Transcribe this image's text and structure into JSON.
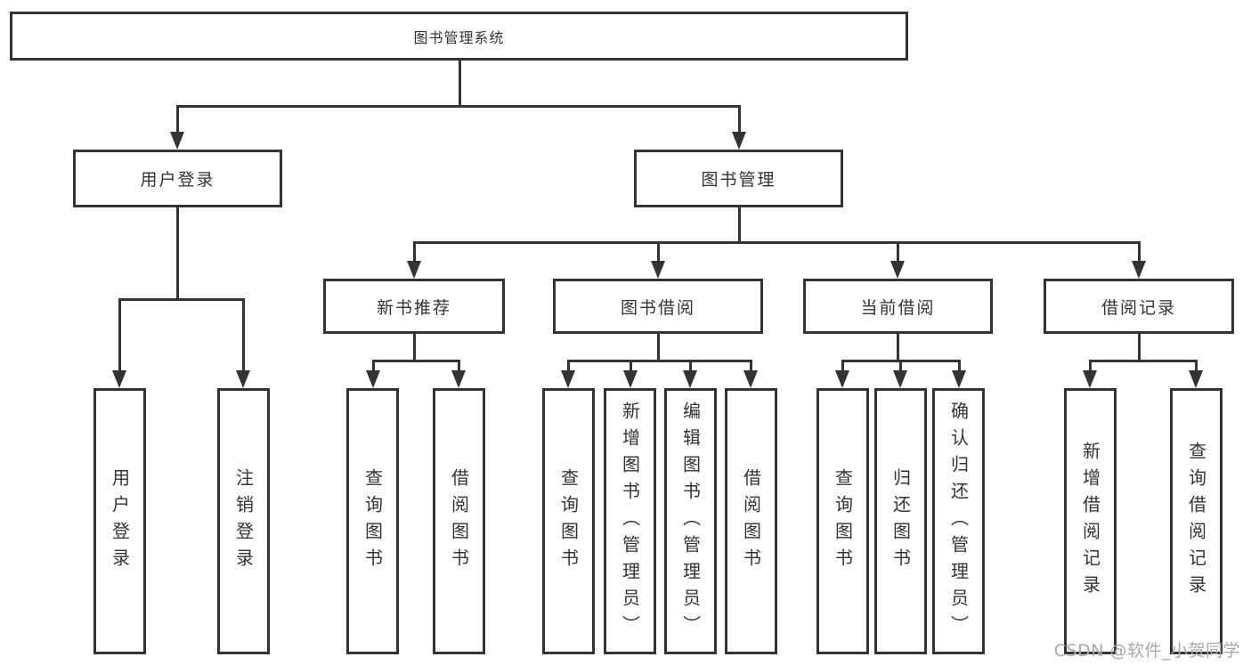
{
  "colors": {
    "line": "#333333",
    "text": "#333333",
    "watermark": "#a9a9a9",
    "background": "#ffffff"
  },
  "watermark": "CSDN @软件_小贺同学",
  "tree": {
    "root": "图书管理系统",
    "branches": [
      {
        "label": "用户登录",
        "children": [
          "用户登录",
          "注销登录"
        ]
      },
      {
        "label": "图书管理",
        "groups": [
          {
            "label": "新书推荐",
            "children": [
              "查询图书",
              "借阅图书"
            ]
          },
          {
            "label": "图书借阅",
            "children": [
              "查询图书",
              "新增图书（管理员）",
              "编辑图书（管理员）",
              "借阅图书"
            ]
          },
          {
            "label": "当前借阅",
            "children": [
              "查询图书",
              "归还图书",
              "确认归还（管理员）"
            ]
          },
          {
            "label": "借阅记录",
            "children": [
              "新增借阅记录",
              "查询借阅记录"
            ]
          }
        ]
      }
    ]
  }
}
